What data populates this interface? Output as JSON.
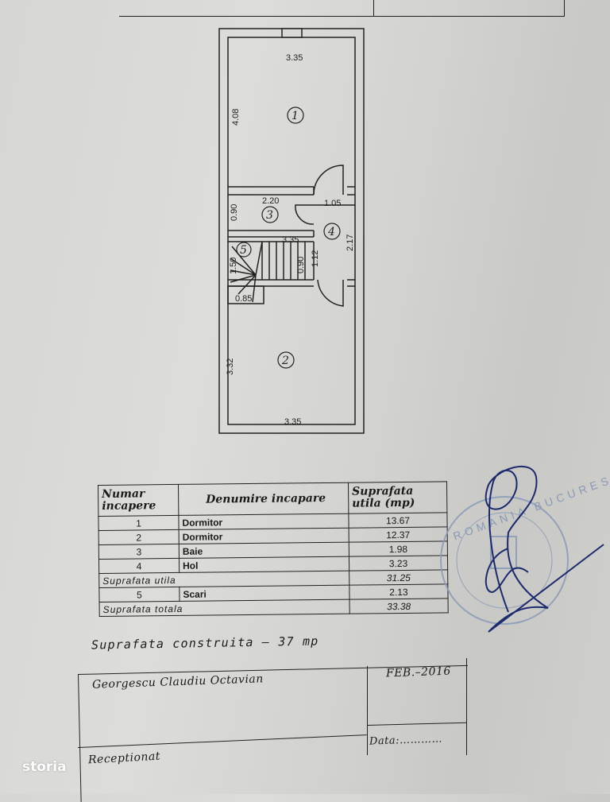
{
  "floor_plan": {
    "rooms": [
      {
        "number": "1",
        "dimensions": [
          "3.35",
          "4.08"
        ]
      },
      {
        "number": "2",
        "dimensions": [
          "3.35",
          "3.32"
        ]
      },
      {
        "number": "3",
        "dimensions": [
          "2.20",
          "0.90"
        ]
      },
      {
        "number": "4",
        "dimensions": [
          "1.05",
          "2.17",
          "1.12"
        ]
      },
      {
        "number": "5",
        "dimensions": [
          "3.35",
          "0.90",
          "1.50",
          "0.85"
        ]
      }
    ]
  },
  "table": {
    "headers": [
      "Numar incapere",
      "Denumire incapare",
      "Suprafata utila (mp)"
    ],
    "rows": [
      {
        "nr": "1",
        "name": "Dormitor",
        "area": "13.67"
      },
      {
        "nr": "2",
        "name": "Dormitor",
        "area": "12.37"
      },
      {
        "nr": "3",
        "name": "Baie",
        "area": "1.98"
      },
      {
        "nr": "4",
        "name": "Hol",
        "area": "3.23"
      }
    ],
    "subtotal_label": "Suprafata utila",
    "subtotal_value": "31.25",
    "extra_row": {
      "nr": "5",
      "name": "Scari",
      "area": "2.13"
    },
    "total_label": "Suprafata totala",
    "total_value": "33.38"
  },
  "construita": "Suprafata construita – 37 mp",
  "title_block": {
    "author": "Georgescu Claudiu Octavian",
    "date": "FEB.–2016",
    "receptionat": "Receptionat",
    "data_label": "Data:…………"
  },
  "stamp": {
    "text": "ROMANIA BUCURESTI"
  },
  "watermark": "storia",
  "colors": {
    "ink": "#1a1a1a",
    "stamp": "#8a9ab8",
    "signature": "#1c2a6e",
    "paper": "#d8d8d5"
  }
}
